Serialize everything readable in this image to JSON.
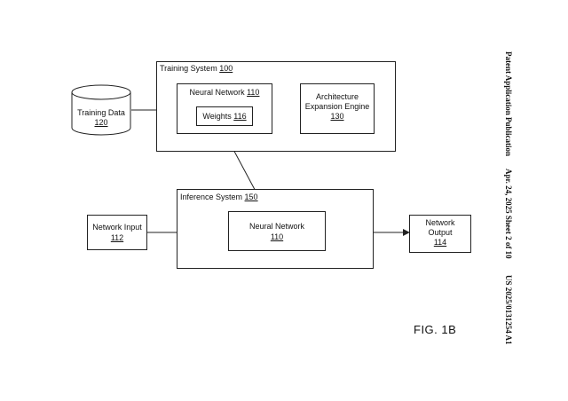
{
  "training_system": {
    "label": "Training System",
    "ref": "100"
  },
  "neural_network_training": {
    "label": "Neural Network",
    "ref": "110"
  },
  "weights": {
    "label": "Weights",
    "ref": "116"
  },
  "architecture_engine": {
    "line1": "Architecture",
    "line2": "Expansion Engine",
    "ref": "130"
  },
  "training_data": {
    "label": "Training Data",
    "ref": "120"
  },
  "inference_system": {
    "label": "Inference System",
    "ref": "150"
  },
  "neural_network_inference": {
    "label": "Neural Network",
    "ref": "110"
  },
  "network_input": {
    "label": "Network Input",
    "ref": "112"
  },
  "network_output": {
    "line1": "Network",
    "line2": "Output",
    "ref": "114"
  },
  "figure_label": "FIG. 1B",
  "side_header": {
    "left": "Patent Application Publication",
    "middle": "Apr. 24, 2025  Sheet 2 of 10",
    "right": "US 2025/0131254 A1"
  }
}
